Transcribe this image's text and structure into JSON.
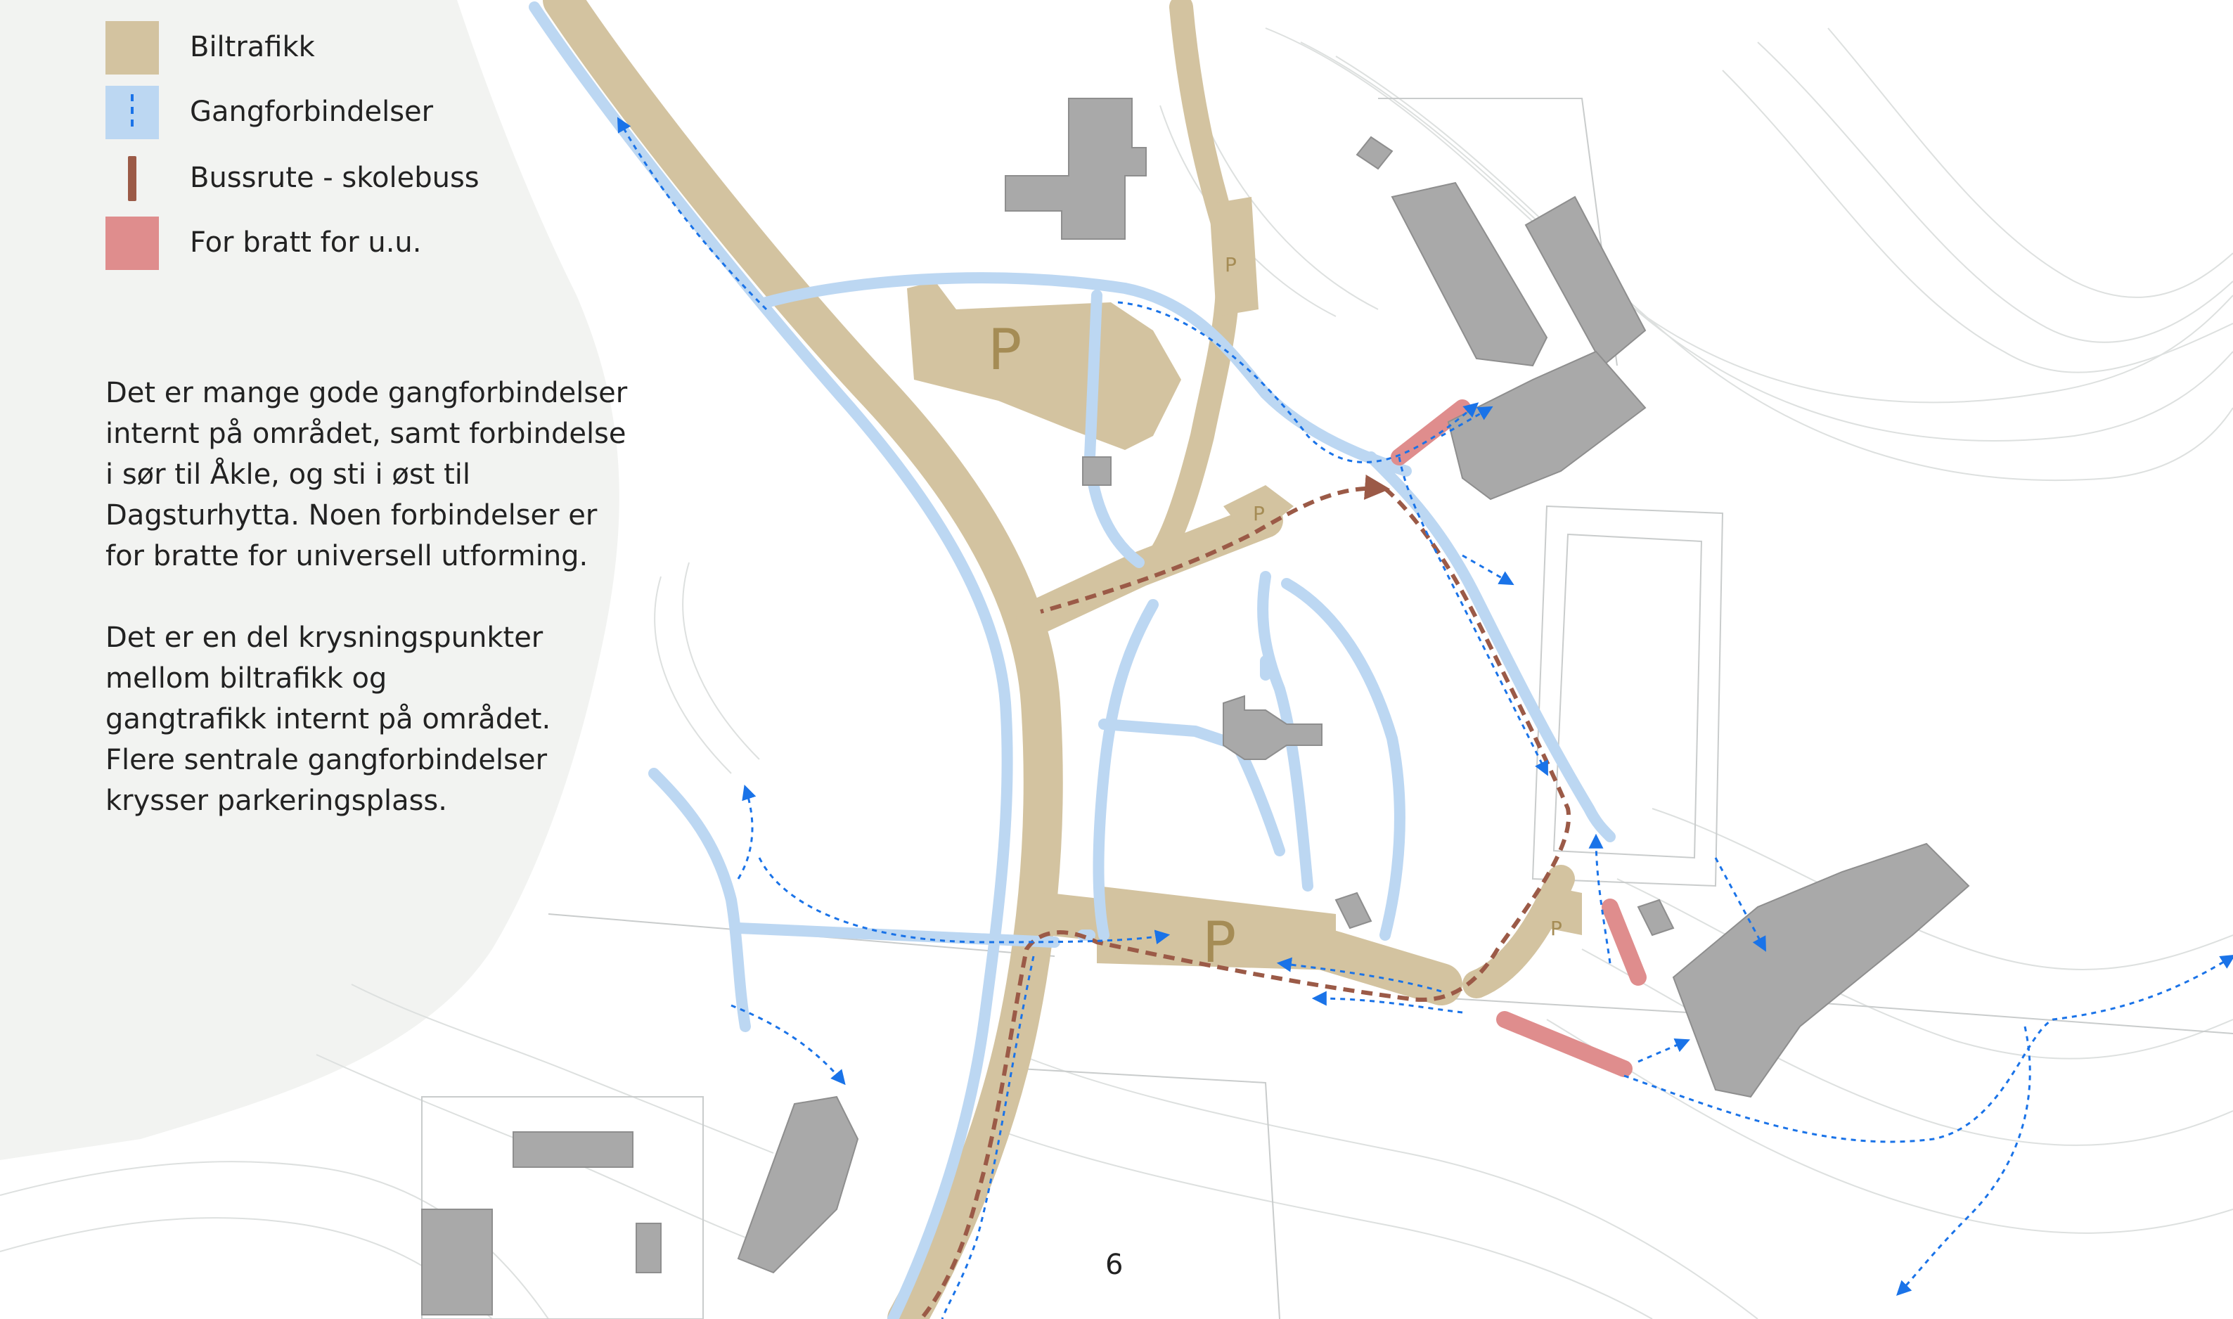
{
  "legend": {
    "items": [
      {
        "key": "car",
        "label": "Biltrafikk",
        "color": "#d3c3a0"
      },
      {
        "key": "walk",
        "label": "Gangforbindelser",
        "color": "#bcd7f2"
      },
      {
        "key": "bus",
        "label": "Bussrute - skolebuss",
        "color": "#9b5a47"
      },
      {
        "key": "steep",
        "label": "For bratt for u.u.",
        "color": "#df8d8d"
      }
    ]
  },
  "description": {
    "paragraph1": "Det er mange gode gangforbindelser internt på området, samt forbindelse i sør til Åkle, og sti i øst til Dagsturhytta. Noen forbindelser er for bratte for universell utforming.",
    "paragraph2": "Det er en del krysningspunkter mellom biltrafikk og gangtrafikk internt på området. Flere sentrale gangforbindelser krysser parkeringsplass."
  },
  "map": {
    "parking_symbol": "P",
    "colors": {
      "car": "#d3c3a0",
      "walk": "#bcd7f2",
      "walk_dash": "#1a73e8",
      "bus": "#9b5a47",
      "steep": "#df8d8d",
      "building": "#a9a9a9",
      "hillside": "#f2f3f1"
    }
  },
  "page_number": "6"
}
